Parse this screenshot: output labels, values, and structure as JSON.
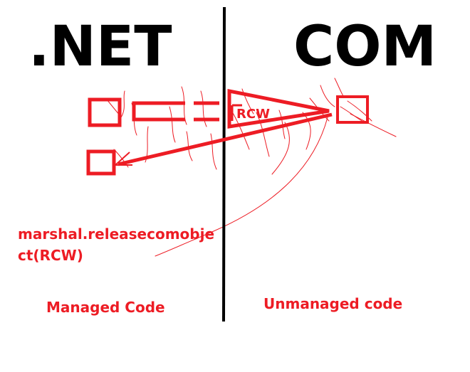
{
  "headings": {
    "left": ".NET",
    "right": "COM"
  },
  "arrow_label": "RCW",
  "method_call": {
    "line1": "marshal.releasecomobje",
    "line2": "ct(RCW)"
  },
  "regions": {
    "left": "Managed Code",
    "right": "Unmanaged code"
  },
  "colors": {
    "accent": "#ed1c24",
    "divider": "#000000",
    "background": "#ffffff"
  }
}
